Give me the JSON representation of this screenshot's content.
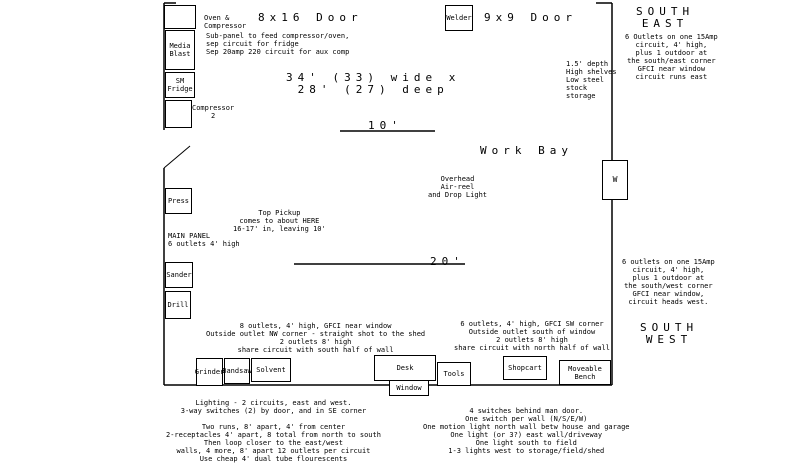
{
  "equipment": {
    "oven_compressor": "Oven &\nCompressor",
    "media_blast": "Media\nBlast",
    "fridge": "SM\nFridge",
    "compressor2": "Compressor\n2",
    "welder": "Welder",
    "press": "Press",
    "sander": "Sander",
    "drill": "Drill",
    "grinder": "Grinder",
    "bandsaw": "Bandsaw",
    "solvent": "Solvent",
    "desk": "Desk",
    "window_bottom": "Window",
    "tools": "Tools",
    "shopcart": "Shopcart",
    "moveable_bench": "Moveable\nBench",
    "window_east": "W"
  },
  "labels": {
    "door_left": "8x16 Door",
    "door_right": "9x9 Door",
    "dimensions": "34' (33) wide x\n28' (27) deep",
    "ten_ft": "10'",
    "twenty_ft": "20'",
    "work_bay": "Work Bay",
    "subpanel": "Sub-panel to feed compressor/oven,\nsep circuit for fridge\nSep 20amp 220 circuit for aux comp",
    "shelves": "1.5' depth\nHigh shelves\nLow steel\nstock\nstorage",
    "overhead": "Overhead\nAir-reel\nand Drop Light",
    "top_pickup": "Top Pickup\ncomes to about HERE\n16-17' in, leaving 10'",
    "main_panel": "MAIN PANEL\n6 outlets 4' high",
    "south_east": "SOUTH\nEAST",
    "south_west": "SOUTH\nWEST",
    "se_outlets": "6 Outlets on one 15Amp\ncircuit, 4' high,\nplus 1 outdoor at\nthe south/east corner\nGFCI near window\ncircuit runs east",
    "sw_outlets": "6 outlets on one 15Amp\ncircuit, 4' high,\nplus 1 outdoor at\nthe south/west corner\nGFCI near window,\ncircuit heads west.",
    "outlets_left": "8 outlets, 4' high, GFCI near window\nOutside outlet NW corner - straight shot to the shed\n2 outlets 8' high\nshare circuit with south half of wall",
    "outlets_right": "6 outlets, 4' high, GFCI SW corner\nOutside outlet south of window\n2 outlets 8' high\nshare circuit with north half of wall",
    "lighting": "Lighting - 2 circuits, east and west.\n3-way switches (2) by door, and in SE corner\n\nTwo runs, 8' apart, 4' from center\n2-receptacles 4' apart, 8 total from north to south\nThen loop closer to the east/west\nwalls, 4 more, 8' apart 12 outlets per circuit\nUse cheap 4' dual tube flourescents",
    "switches": "4 switches behind man door.\nOne switch per wall (N/S/E/W)\nOne motion light north wall betw house and garage\nOne light (or 3?) east wall/driveway\nOne light south to field\n1-3 lights west to storage/field/shed"
  }
}
